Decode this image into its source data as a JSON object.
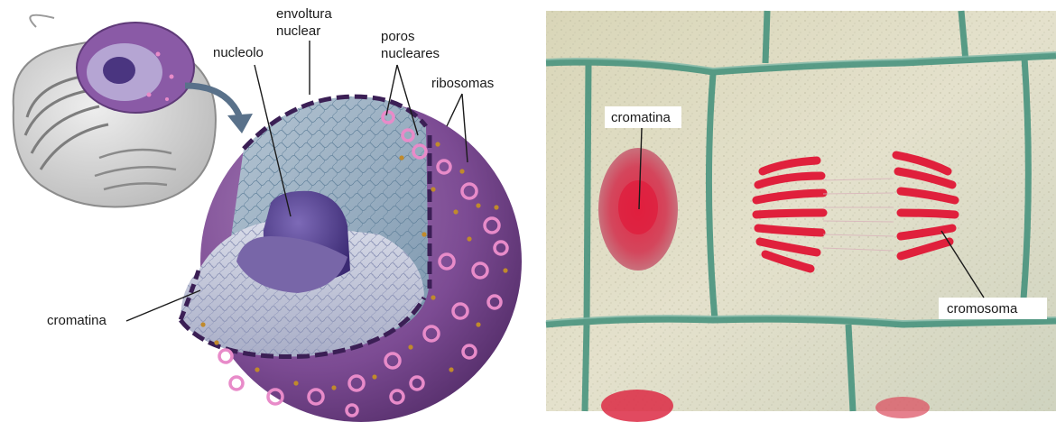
{
  "left_panel": {
    "labels": {
      "envoltura_line1": "envoltura",
      "envoltura_line2": "nuclear",
      "poros_line1": "poros",
      "poros_line2": "nucleares",
      "nucleolo": "nucleolo",
      "ribosomas": "ribosomas",
      "cromatina": "cromatina"
    }
  },
  "right_panel": {
    "labels": {
      "cromatina": "cromatina",
      "cromosoma": "cromosoma"
    }
  },
  "colors": {
    "nucleus_purple": "#6f3f86",
    "nucleus_inner": "#9eb3c6",
    "nucleolus": "#4a3580",
    "pore_pink": "#e88bc9",
    "ribosome": "#c08a2c",
    "cell_wall_green": "#3f8f7a",
    "chromosome_red": "#e0203c"
  }
}
